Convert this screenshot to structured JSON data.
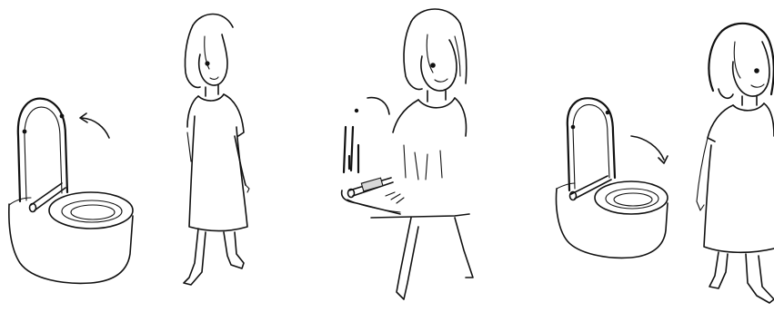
{
  "scene": {
    "panels": [
      {
        "toilet_lid": "open",
        "arrow": "curved-arrow-up-icon",
        "person": "standing-facing-front"
      },
      {
        "toilet_lid": "open",
        "arrow": "",
        "person": "sitting-close-up"
      },
      {
        "toilet_lid": "open",
        "arrow": "curved-arrow-down-icon",
        "person": "standing-facing-front"
      }
    ],
    "line_color": "#111111",
    "background": "#ffffff"
  }
}
